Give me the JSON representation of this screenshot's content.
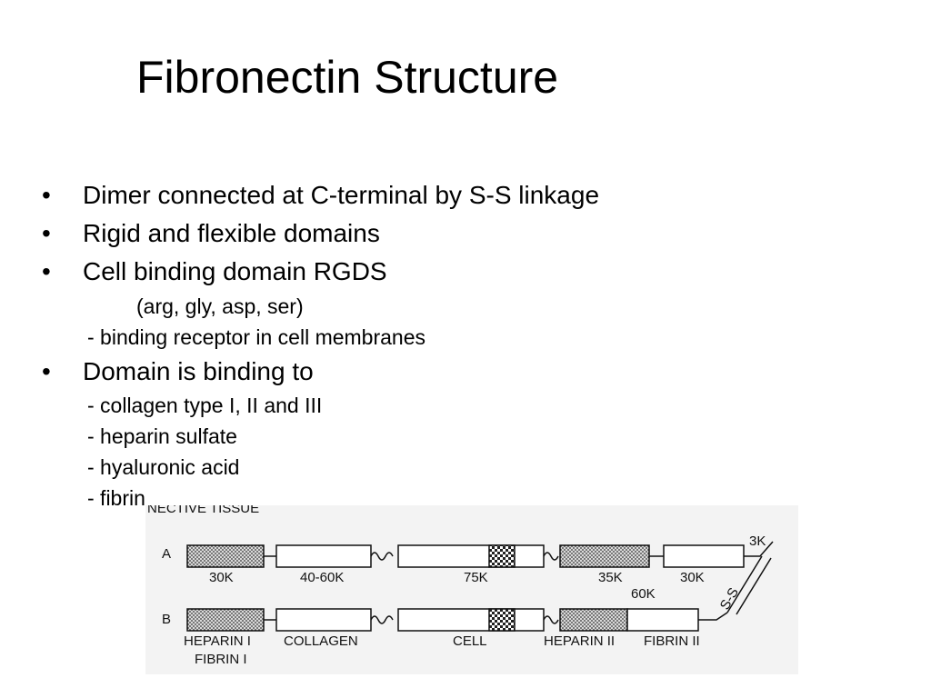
{
  "slide": {
    "title": "Fibronectin Structure",
    "bullets": [
      {
        "text": "Dimer connected at C-terminal by S-S linkage"
      },
      {
        "text": "Rigid and flexible domains"
      },
      {
        "text": "Cell binding domain RGDS"
      },
      {
        "text": "Domain is binding to"
      }
    ],
    "bullet_symbol": "•",
    "sub_items": {
      "rgds_expansion": "(arg, gly, asp, ser)",
      "rgds_note": "- binding receptor in cell membranes",
      "binding_targets": [
        "- collagen type I, II and III",
        "- heparin sulfate",
        "- hyaluronic acid",
        "- fibrin"
      ]
    }
  },
  "diagram": {
    "header_fragment": "NECTIVE TISSUE",
    "chain_a": {
      "label": "A",
      "segments": [
        "30K",
        "40-60K",
        "75K",
        "35K",
        "30K"
      ],
      "extra_label": "60K",
      "end_label": "3K"
    },
    "chain_b": {
      "label": "B",
      "domains": [
        "HEPARIN I",
        "FIBRIN I",
        "COLLAGEN",
        "CELL",
        "HEPARIN II",
        "FIBRIN II"
      ]
    },
    "disulfide_label": "S-S"
  }
}
